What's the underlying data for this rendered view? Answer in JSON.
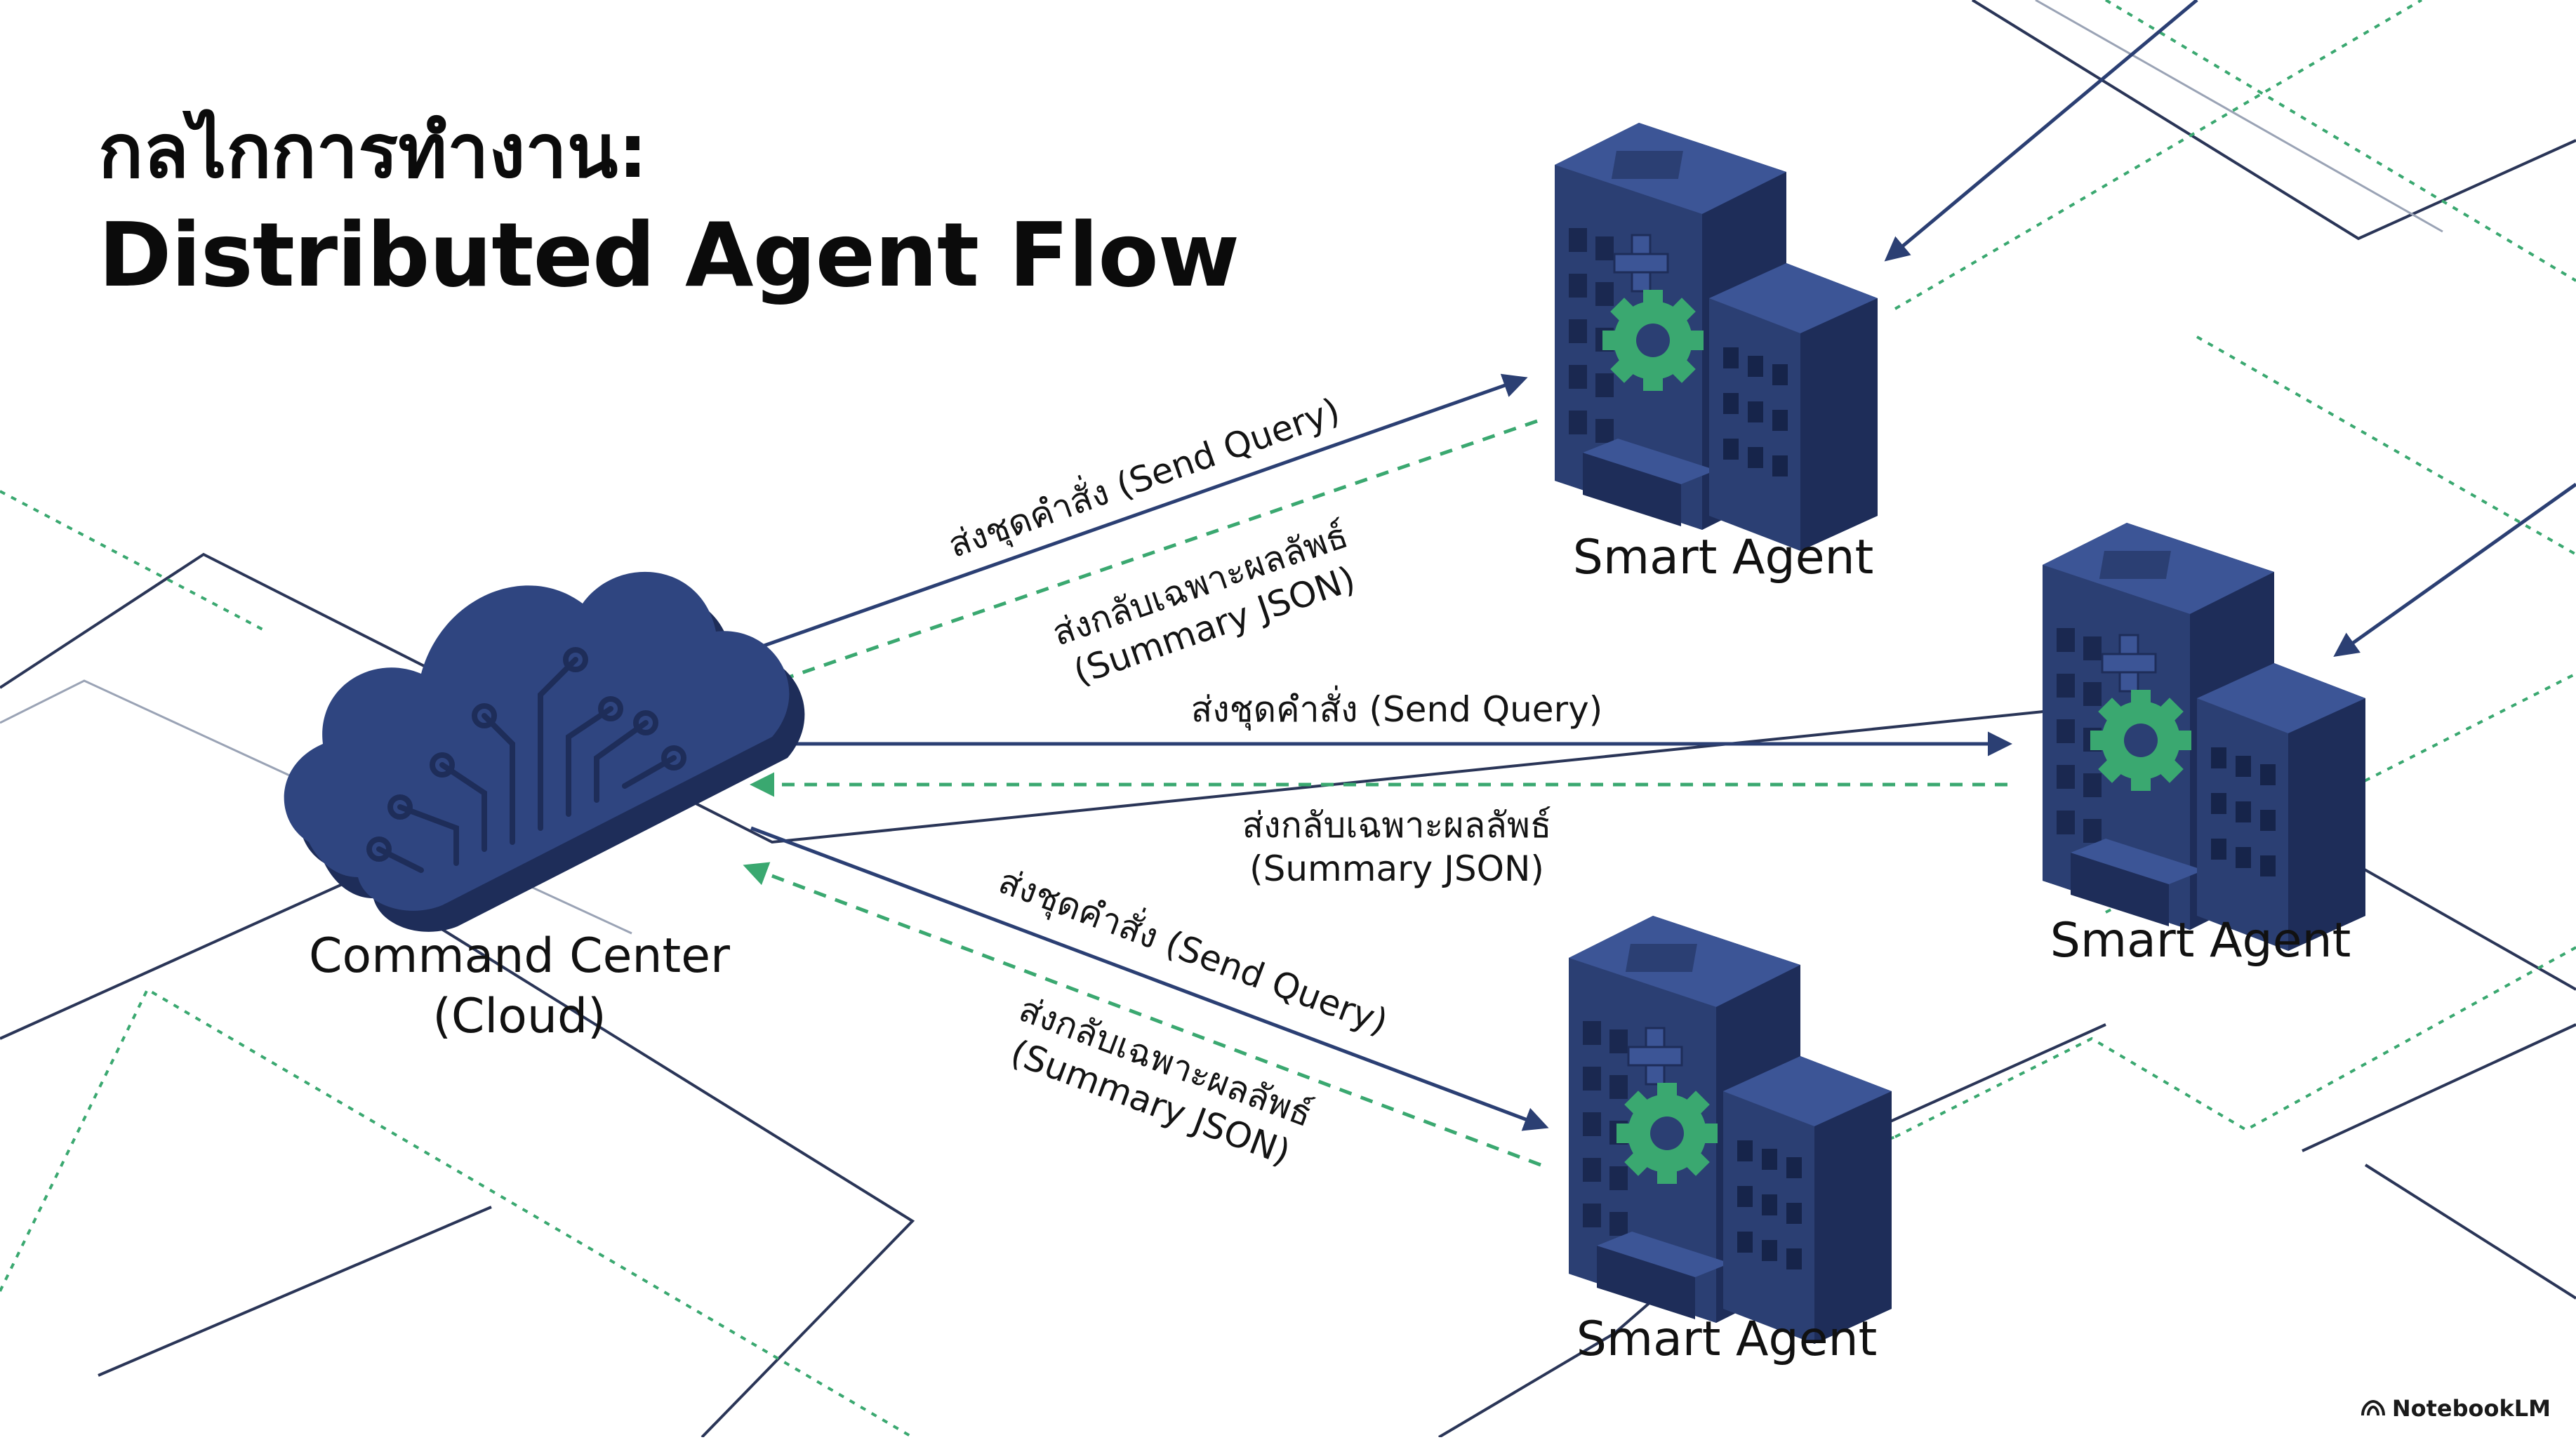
{
  "title": {
    "line1": "กลไกการทำงาน:",
    "line2": "Distributed Agent Flow"
  },
  "nodes": {
    "command_center": {
      "line1": "Command Center",
      "line2": "(Cloud)"
    },
    "agent_top": {
      "label": "Smart Agent"
    },
    "agent_middle": {
      "label": "Smart Agent"
    },
    "agent_bottom": {
      "label": "Smart Agent"
    }
  },
  "flows": {
    "top": {
      "send": "ส่งชุดคำสั่ง (Send Query)",
      "return_line1": "ส่งกลับเฉพาะผลลัพธ์",
      "return_line2": "(Summary JSON)"
    },
    "middle": {
      "send": "ส่งชุดคำสั่ง (Send Query)",
      "return_line1": "ส่งกลับเฉพาะผลลัพธ์",
      "return_line2": "(Summary JSON)"
    },
    "bottom": {
      "send": "ส่งชุดคำสั่ง (Send Query)",
      "return_line1": "ส่งกลับเฉพาะผลลัพธ์",
      "return_line2": "(Summary JSON)"
    }
  },
  "brand": {
    "label": "NotebookLM",
    "icon": "notebooklm-logo-icon"
  },
  "colors": {
    "navy": "#2b3f73",
    "navy_dark": "#1e2d59",
    "navy_light": "#3c5596",
    "green": "#3aa870",
    "line": "#2a3557",
    "text": "#111111",
    "background": "#ffffff"
  }
}
